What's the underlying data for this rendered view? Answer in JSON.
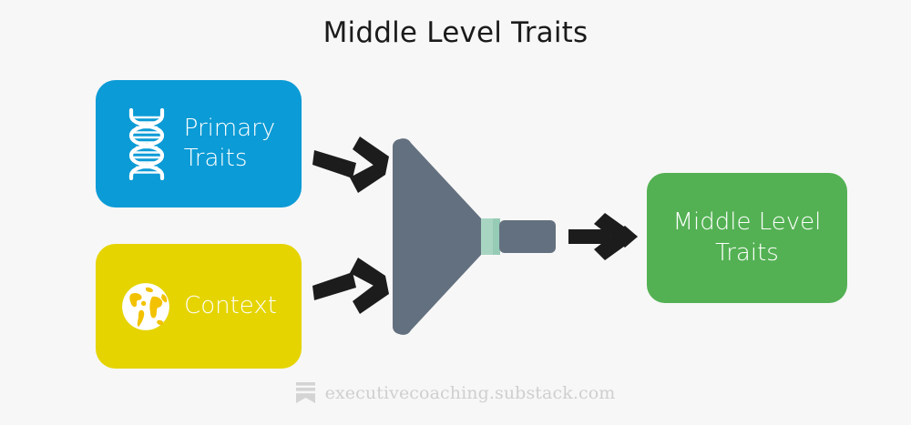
{
  "page": {
    "title": "Middle Level Traits",
    "background_color": "#f7f7f7"
  },
  "diagram": {
    "type": "funnel-process",
    "inputs": [
      {
        "id": "primary-traits",
        "label": "Primary\nTraits",
        "icon": "dna-helix-icon",
        "color": "#0b9bd6",
        "text_color": "#ffffff"
      },
      {
        "id": "context",
        "label": "Context",
        "icon": "globe-icon",
        "color": "#e5d400",
        "text_color": "#ffffff"
      }
    ],
    "processor": {
      "id": "funnel",
      "icon": "funnel-icon",
      "body_color": "#63707f",
      "neck_color": "#a8d5c2"
    },
    "output": {
      "id": "middle-level-traits",
      "label": "Middle Level\nTraits",
      "color": "#53b153",
      "text_color": "#ffffff"
    },
    "connectors": [
      {
        "id": "arrow-primary-to-funnel",
        "icon": "arrow-right-icon",
        "color": "#1c1c1c",
        "direction": "down-right"
      },
      {
        "id": "arrow-context-to-funnel",
        "icon": "arrow-right-icon",
        "color": "#1c1c1c",
        "direction": "up-right"
      },
      {
        "id": "arrow-funnel-to-output",
        "icon": "arrow-right-icon",
        "color": "#1c1c1c",
        "direction": "right"
      }
    ]
  },
  "footer": {
    "logo": "substack-logo-icon",
    "text": "executivecoaching.substack.com",
    "text_color": "#cfcfcf"
  }
}
